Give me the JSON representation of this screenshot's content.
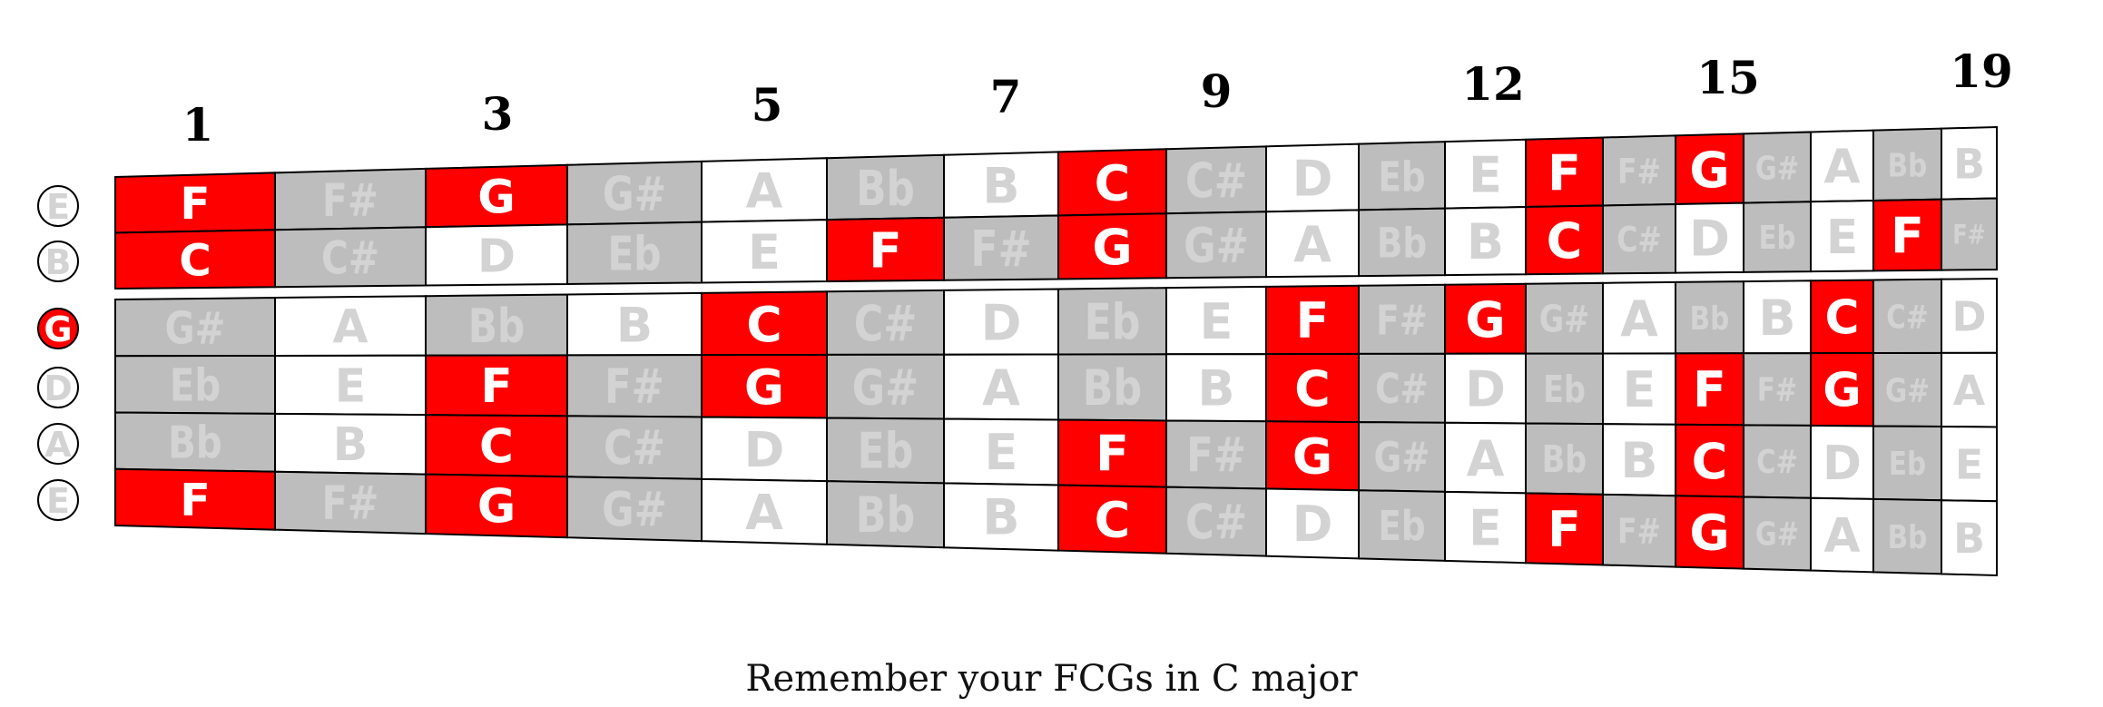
{
  "fret_markers": [
    "1",
    "3",
    "5",
    "7",
    "9",
    "12",
    "15",
    "19"
  ],
  "open_strings": [
    {
      "note": "E",
      "highlighted": false
    },
    {
      "note": "B",
      "highlighted": false
    },
    {
      "note": "G",
      "highlighted": true
    },
    {
      "note": "D",
      "highlighted": false
    },
    {
      "note": "A",
      "highlighted": false
    },
    {
      "note": "E",
      "highlighted": false
    }
  ],
  "string_rows": [
    [
      "F",
      "F#",
      "G",
      "G#",
      "A",
      "Bb",
      "B",
      "C",
      "C#",
      "D",
      "Eb",
      "E",
      "F",
      "F#",
      "G",
      "G#",
      "A",
      "Bb",
      "B"
    ],
    [
      "C",
      "C#",
      "D",
      "Eb",
      "E",
      "F",
      "F#",
      "G",
      "G#",
      "A",
      "Bb",
      "B",
      "C",
      "C#",
      "D",
      "Eb",
      "E",
      "F",
      "F#"
    ],
    [
      "G#",
      "A",
      "Bb",
      "B",
      "C",
      "C#",
      "D",
      "Eb",
      "E",
      "F",
      "F#",
      "G",
      "G#",
      "A",
      "Bb",
      "B",
      "C",
      "C#",
      "D"
    ],
    [
      "Eb",
      "E",
      "F",
      "F#",
      "G",
      "G#",
      "A",
      "Bb",
      "B",
      "C",
      "C#",
      "D",
      "Eb",
      "E",
      "F",
      "F#",
      "G",
      "G#",
      "A"
    ],
    [
      "Bb",
      "B",
      "C",
      "C#",
      "D",
      "Eb",
      "E",
      "F",
      "F#",
      "G",
      "G#",
      "A",
      "Bb",
      "B",
      "C",
      "C#",
      "D",
      "Eb",
      "E"
    ],
    [
      "F",
      "F#",
      "G",
      "G#",
      "A",
      "Bb",
      "B",
      "C",
      "C#",
      "D",
      "Eb",
      "E",
      "F",
      "F#",
      "G",
      "G#",
      "A",
      "Bb",
      "B"
    ]
  ],
  "highlighted_notes": [
    "F",
    "C",
    "G"
  ],
  "colors": {
    "highlight": "#ff0000",
    "sharp_flat": "#bdbdbd",
    "natural": "#ffffff",
    "muted_text": "#d3d3d3",
    "outline": "#000000"
  },
  "caption": "Remember your FCGs in C major"
}
